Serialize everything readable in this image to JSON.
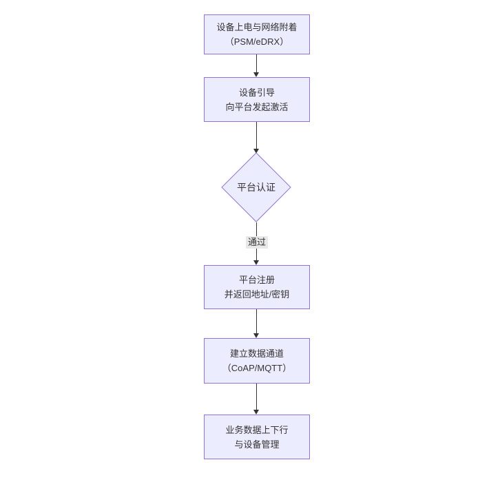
{
  "diagram": {
    "type": "flowchart-top-down",
    "colors": {
      "node_fill": "#ECECFF",
      "node_border": "#9370DB",
      "text": "#333333",
      "edge": "#333333",
      "label_bg": "#e8e8e8"
    },
    "nodes": [
      {
        "id": "n1",
        "shape": "rect",
        "lines": [
          "设备上电与网络附着",
          "（PSM/eDRX）"
        ]
      },
      {
        "id": "n2",
        "shape": "rect",
        "lines": [
          "设备引导",
          "向平台发起激活"
        ]
      },
      {
        "id": "n3",
        "shape": "diamond",
        "lines": [
          "平台认证"
        ]
      },
      {
        "id": "n4",
        "shape": "rect",
        "lines": [
          "平台注册",
          "并返回地址/密钥"
        ]
      },
      {
        "id": "n5",
        "shape": "rect",
        "lines": [
          "建立数据通道",
          "（CoAP/MQTT）"
        ]
      },
      {
        "id": "n6",
        "shape": "rect",
        "lines": [
          "业务数据上下行",
          "与设备管理"
        ]
      }
    ],
    "edges": [
      {
        "from": "n1",
        "to": "n2",
        "label": ""
      },
      {
        "from": "n2",
        "to": "n3",
        "label": ""
      },
      {
        "from": "n3",
        "to": "n4",
        "label": "通过"
      },
      {
        "from": "n4",
        "to": "n5",
        "label": ""
      },
      {
        "from": "n5",
        "to": "n6",
        "label": ""
      }
    ]
  }
}
